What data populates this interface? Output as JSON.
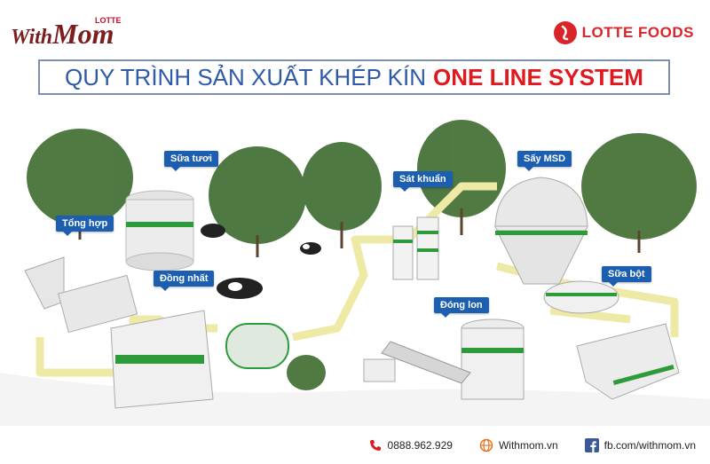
{
  "brand_left": {
    "with": "With",
    "mom": "Mom",
    "lotte": "LOTTE"
  },
  "brand_right": {
    "text": "LOTTE FOODS"
  },
  "title": {
    "main": "QUY TRÌNH SẢN XUẤT KHÉP KÍN",
    "accent": "ONE LINE SYSTEM"
  },
  "labels": {
    "sua_tuoi": "Sữa tươi",
    "tong_hop": "Tổng hợp",
    "dong_nhat": "Đồng nhất",
    "sat_khuan": "Sát khuẩn",
    "say_msd": "Sấy MSD",
    "sua_bot": "Sữa bột",
    "dong_lon": "Đóng lon"
  },
  "footer": {
    "phone": "0888.962.929",
    "website": "Withmom.vn",
    "facebook": "fb.com/withmom.vn"
  },
  "colors": {
    "brand_red": "#d9252a",
    "title_blue": "#2e5aa8",
    "label_blue": "#1c5fb0",
    "accent_green": "#2e9b3b"
  }
}
